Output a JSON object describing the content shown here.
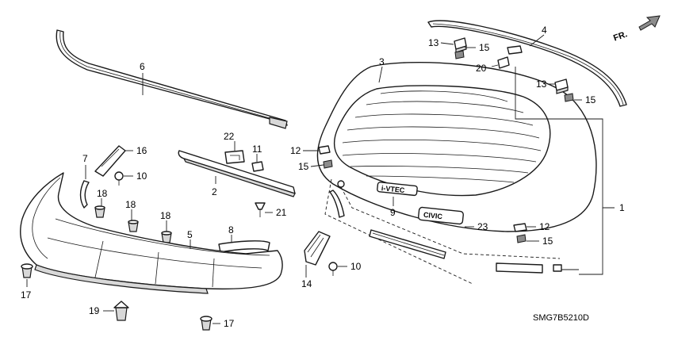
{
  "direction_indicator": {
    "label": "FR."
  },
  "diagram_code": "SMG7B5210D",
  "emblems": {
    "vtec": "i-VTEC",
    "model": "CIVIC"
  },
  "callouts": {
    "c1": "1",
    "c2": "2",
    "c3": "3",
    "c4": "4",
    "c5": "5",
    "c6": "6",
    "c7": "7",
    "c8": "8",
    "c9": "9",
    "c10a": "10",
    "c10b": "10",
    "c11": "11",
    "c12a": "12",
    "c12b": "12",
    "c13a": "13",
    "c13b": "13",
    "c14": "14",
    "c15a": "15",
    "c15b": "15",
    "c15c": "15",
    "c15d": "15",
    "c16": "16",
    "c17a": "17",
    "c17b": "17",
    "c18a": "18",
    "c18b": "18",
    "c18c": "18",
    "c19": "19",
    "c20": "20",
    "c21": "21",
    "c22": "22",
    "c23": "23"
  }
}
